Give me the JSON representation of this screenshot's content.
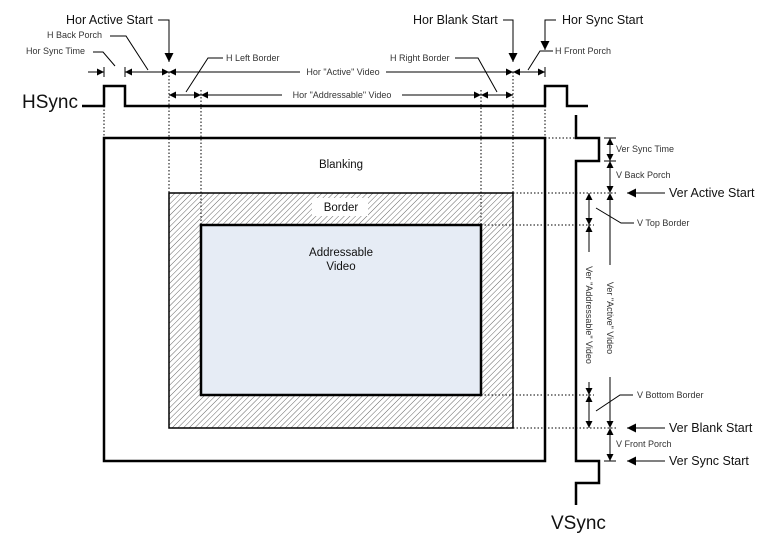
{
  "title": "Video Timing Diagram",
  "horizontal": {
    "signal_label": "HSync",
    "markers": {
      "active_start": "Hor Active Start",
      "blank_start": "Hor Blank Start",
      "sync_start": "Hor Sync Start"
    },
    "intervals": {
      "sync_time": "Hor Sync Time",
      "back_porch": "H Back Porch",
      "left_border": "H Left Border",
      "right_border": "H Right Border",
      "front_porch": "H Front Porch",
      "active_video": "Hor \"Active\" Video",
      "addressable_video": "Hor \"Addressable\" Video"
    }
  },
  "vertical": {
    "signal_label": "VSync",
    "markers": {
      "active_start": "Ver Active Start",
      "blank_start": "Ver Blank Start",
      "sync_start": "Ver Sync Start"
    },
    "intervals": {
      "sync_time": "Ver Sync Time",
      "back_porch": "V Back Porch",
      "top_border": "V Top Border",
      "bottom_border": "V Bottom Border",
      "front_porch": "V Front Porch",
      "active_video": "Ver \"Active\" Video",
      "addressable_video": "Ver \"Addressable\" Video"
    }
  },
  "regions": {
    "blanking": "Blanking",
    "border": "Border",
    "addressable_line1": "Addressable",
    "addressable_line2": "Video"
  },
  "colors": {
    "addressable_fill": "#e6ecf5",
    "hatch": "#555555",
    "line": "#000000"
  }
}
